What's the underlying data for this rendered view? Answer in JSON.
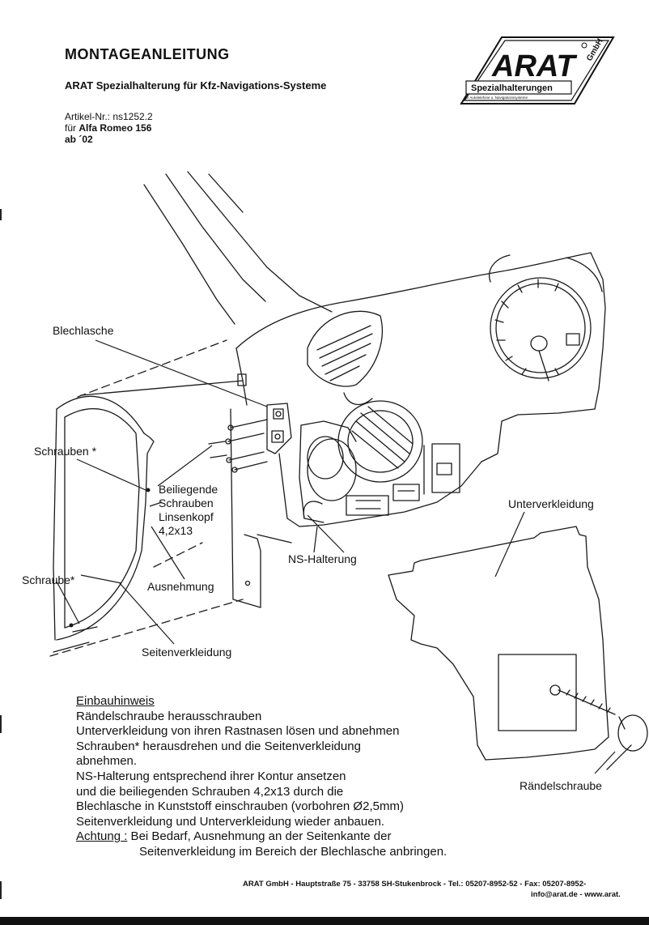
{
  "header": {
    "title": "MONTAGEANLEITUNG",
    "subtitle": "ARAT Spezialhalterung für Kfz-Navigations-Systeme",
    "article_line": "Artikel-Nr.: ns1252.2",
    "for_prefix": "für ",
    "vehicle": "Alfa Romeo 156",
    "year": "ab ´02"
  },
  "logo": {
    "brand": "ARAT",
    "suffix": "GmbH",
    "tagline": "Spezialhalterungen",
    "subline": "für Autotelefone u. Navigationssysteme"
  },
  "labels": {
    "blechlasche": "Blechlasche",
    "schrauben_star": "Schrauben *",
    "beiliegende_1": "Beiliegende",
    "beiliegende_2": "Schrauben",
    "beiliegende_3": "Linsenkopf",
    "beiliegende_4": "4,2x13",
    "schraube_star": "Schraube*",
    "ausnehmung": "Ausnehmung",
    "seitenverkleidung": "Seitenverkleidung",
    "ns_halterung": "NS-Halterung",
    "unterverkleidung": "Unterverkleidung",
    "raendelschraube": "Rändelschraube"
  },
  "instructions": {
    "heading": "Einbauhinweis",
    "lines": [
      "Rändelschraube herausschrauben",
      "Unterverkleidung von ihren Rastnasen lösen und abnehmen",
      "Schrauben* herausdrehen und die Seitenverkleidung",
      "abnehmen.",
      "NS-Halterung entsprechend ihrer Kontur ansetzen",
      "und die beiliegenden Schrauben 4,2x13 durch die",
      "Blechlasche in Kunststoff einschrauben  (vorbohren Ø2,5mm)",
      "Seitenverkleidung und Unterverkleidung wieder anbauen."
    ],
    "attention_label": "Achtung :",
    "attention_text_1": " Bei Bedarf, Ausnehmung an der Seitenkante der",
    "attention_text_2": "Seitenverkleidung im Bereich der Blechlasche anbringen."
  },
  "footer": {
    "line1": "ARAT GmbH  -  Hauptstraße 75  -  33758 SH-Stukenbrock  -  Tel.: 05207-8952-52  -  Fax: 05207-8952-",
    "line2": "info@arat.de  -  www.arat."
  }
}
